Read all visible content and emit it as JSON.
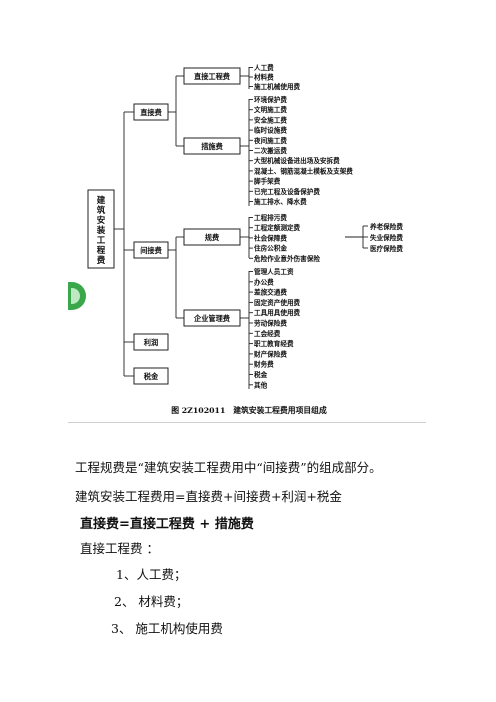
{
  "diagram": {
    "root": [
      "建",
      "筑",
      "安",
      "装",
      "工",
      "程",
      "费"
    ],
    "direct": "直接费",
    "direct_eng": "直接工程费",
    "direct_eng_items": [
      "人工费",
      "材料费",
      "施工机械使用费"
    ],
    "measures": "措施费",
    "measures_items": [
      "环境保护费",
      "文明施工费",
      "安全施工费",
      "临时设施费",
      "夜间施工费",
      "二次搬运费",
      "大型机械设备进出场及安拆费",
      "混凝土、钢筋混凝土模板及支架费",
      "脚手架费",
      "已完工程及设备保护费",
      "施工排水、降水费"
    ],
    "indirect": "间接费",
    "fees": "规费",
    "fees_items": [
      "工程排污费",
      "工程定额测定费",
      "社会保障费",
      "住房公积金",
      "危险作业意外伤害保险"
    ],
    "social_items": [
      "养老保险费",
      "失业保险费",
      "医疗保险费"
    ],
    "mgmt": "企业管理费",
    "mgmt_items": [
      "管理人员工资",
      "办公费",
      "差旅交通费",
      "固定资产使用费",
      "工具用具使用费",
      "劳动保险费",
      "工会经费",
      "职工教育经费",
      "财产保险费",
      "财务费",
      "税金",
      "其他"
    ],
    "profit": "利润",
    "tax": "税金",
    "caption": "图 2Z102011　建筑安装工程费用项目组成"
  },
  "body": {
    "line1": "工程规费是“建筑安装工程费用中“间接费”的组成部分。",
    "line2": "建筑安装工程费用=直接费+间接费+利润+税金",
    "line3": "直接费=直接工程费 + 措施费",
    "line4": "直接工程费 ：",
    "items": [
      "1、人工费；",
      "2、 材料费；",
      "3、 施工机构使用费"
    ]
  }
}
